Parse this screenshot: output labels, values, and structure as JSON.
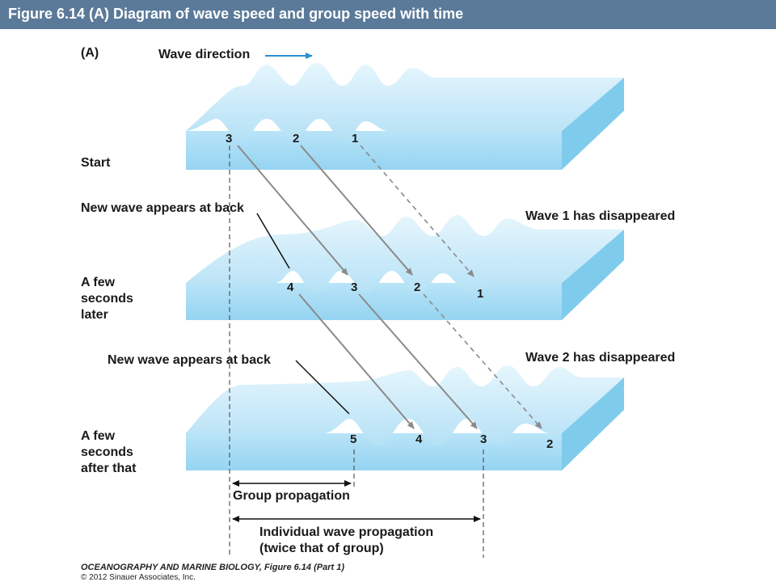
{
  "title": "Figure 6.14  (A) Diagram of wave speed and group speed with time",
  "panel_label": "(A)",
  "wave_direction": "Wave direction",
  "stages": [
    "Start",
    "A few\nseconds\nlater",
    "A few\nseconds\nafter that"
  ],
  "annotations": {
    "new_wave_1": "New wave appears at back",
    "new_wave_2": "New wave appears at back",
    "disappeared_1": "Wave 1 has disappeared",
    "disappeared_2": "Wave 2 has disappeared"
  },
  "crest_numbers": {
    "slab1": [
      "3",
      "2",
      "1"
    ],
    "slab2": [
      "4",
      "3",
      "2",
      "1"
    ],
    "slab3": [
      "5",
      "4",
      "3",
      "2"
    ]
  },
  "measure": {
    "group": "Group propagation",
    "individual_1": "Individual wave propagation",
    "individual_2": "(twice that of group)"
  },
  "footer": {
    "line1": "OCEANOGRAPHY AND MARINE BIOLOGY, Figure 6.14 (Part 1)",
    "line2": "© 2012 Sinauer Associates, Inc."
  },
  "colors": {
    "water_top": "#c9e9f8",
    "water_front": "#a6dcf4",
    "water_side": "#7fcbec",
    "arrow": "#2b8fd0",
    "title_bg": "#5b7a99"
  }
}
